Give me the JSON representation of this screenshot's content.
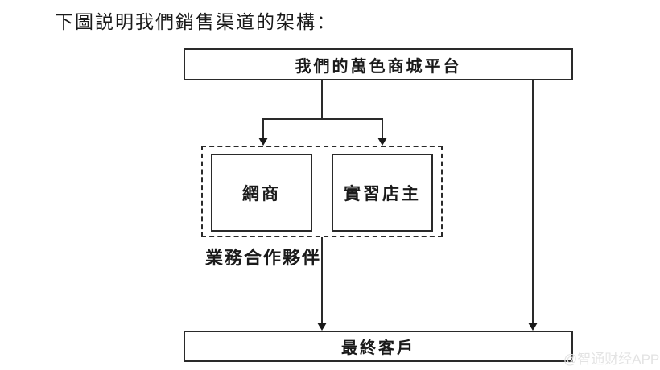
{
  "page": {
    "intro_text": "下圖説明我們銷售渠道的架構：",
    "watermark": "@智通财经APP"
  },
  "diagram": {
    "type": "flowchart",
    "top_box": {
      "label": "我們的萬色商城平台"
    },
    "partner_group": {
      "label": "業務合作夥伴",
      "boxes": [
        {
          "label": "網商"
        },
        {
          "label": "實習店主"
        }
      ]
    },
    "bottom_box": {
      "label": "最終客戶"
    },
    "edges": [
      {
        "from": "我們的萬色商城平台",
        "to": "網商"
      },
      {
        "from": "我們的萬色商城平台",
        "to": "實習店主"
      },
      {
        "from": "業務合作夥伴",
        "to": "最終客戶"
      },
      {
        "from": "我們的萬色商城平台",
        "to": "最終客戶"
      }
    ]
  },
  "colors": {
    "background": "#ffffff",
    "line": "#2a2a2a",
    "text": "#1a1a1a",
    "watermark": "#e3e3e3"
  }
}
